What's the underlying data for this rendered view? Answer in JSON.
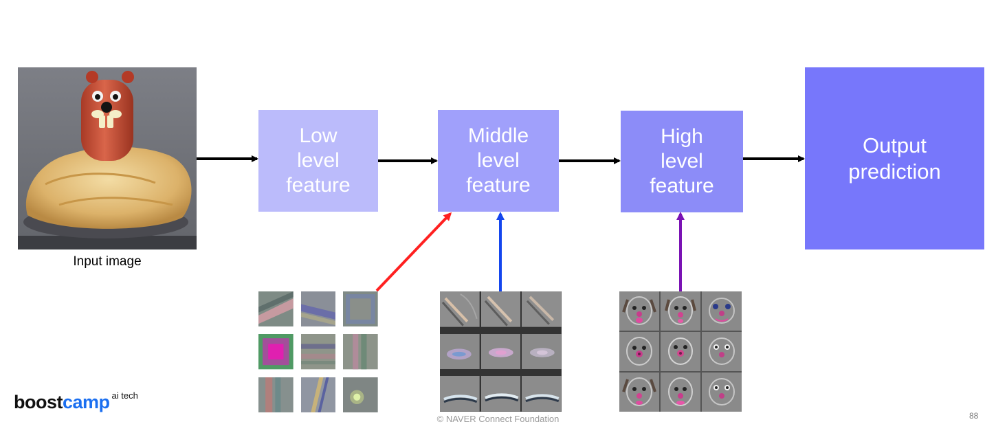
{
  "input": {
    "label": "Input image"
  },
  "boxes": {
    "low": "Low\nlevel\nfeature",
    "middle": "Middle\nlevel\nfeature",
    "high": "High\nlevel\nfeature",
    "output": "Output\nprediction"
  },
  "colors": {
    "low": "#bbbbfb",
    "middle": "#a0a0fb",
    "high": "#8c8cf8",
    "output": "#7777fb",
    "arrow_main": "#000000",
    "arrow_low": "#ff2020",
    "arrow_mid": "#1446ee",
    "arrow_high": "#7a12b4"
  },
  "logo": {
    "part1": "boost",
    "part2": "camp",
    "superscript": "ai tech"
  },
  "footer": {
    "copyright": "©  NAVER Connect Foundation",
    "page_number": "88"
  }
}
